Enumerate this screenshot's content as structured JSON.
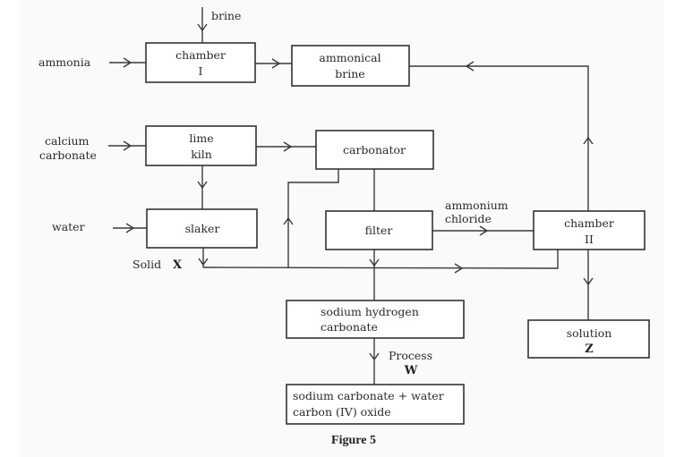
{
  "caption": "Figure 5",
  "inputs": {
    "brine": "brine",
    "ammonia": "ammonia",
    "calcium_carbonate": [
      "calcium",
      "carbonate"
    ],
    "water": "water"
  },
  "boxes": {
    "chamber_1": [
      "chamber",
      "I"
    ],
    "ammonical_brine": [
      "ammonical",
      "brine"
    ],
    "lime_kiln": [
      "lime",
      "kiln"
    ],
    "carbonator": [
      "carbonator"
    ],
    "slaker": [
      "slaker"
    ],
    "filter": [
      "filter"
    ],
    "chamber_2": [
      "chamber",
      "II"
    ],
    "sodium_hydrogen_carbonate": [
      "sodium hydrogen",
      "carbonate"
    ],
    "products": [
      "sodium carbonate + water",
      "carbon (IV) oxide"
    ],
    "solution_z": [
      "solution",
      "Z"
    ]
  },
  "labels": {
    "solid_prefix": "Solid",
    "solid_letter": "X",
    "ammonium_chloride": [
      "ammonium",
      "chloride"
    ],
    "process": "Process",
    "process_letter": "W"
  },
  "flows": [
    {
      "from": "brine",
      "to": "chamber I"
    },
    {
      "from": "ammonia",
      "to": "chamber I"
    },
    {
      "from": "chamber I",
      "to": "ammonical brine"
    },
    {
      "from": "calcium carbonate",
      "to": "lime kiln"
    },
    {
      "from": "lime kiln",
      "to": "carbonator"
    },
    {
      "from": "lime kiln",
      "to": "slaker"
    },
    {
      "from": "water",
      "to": "slaker"
    },
    {
      "from": "slaker",
      "to": "chamber II",
      "label": "Solid X"
    },
    {
      "from": "bottom line",
      "to": "carbonator"
    },
    {
      "from": "carbonator",
      "to": "filter"
    },
    {
      "from": "filter",
      "to": "chamber II",
      "label": "ammonium chloride"
    },
    {
      "from": "filter",
      "to": "sodium hydrogen carbonate"
    },
    {
      "from": "chamber II",
      "to": "ammonical brine"
    },
    {
      "from": "chamber II",
      "to": "solution Z"
    },
    {
      "from": "sodium hydrogen carbonate",
      "to": "sodium carbonate + water, carbon (IV) oxide",
      "label": "Process W"
    }
  ]
}
